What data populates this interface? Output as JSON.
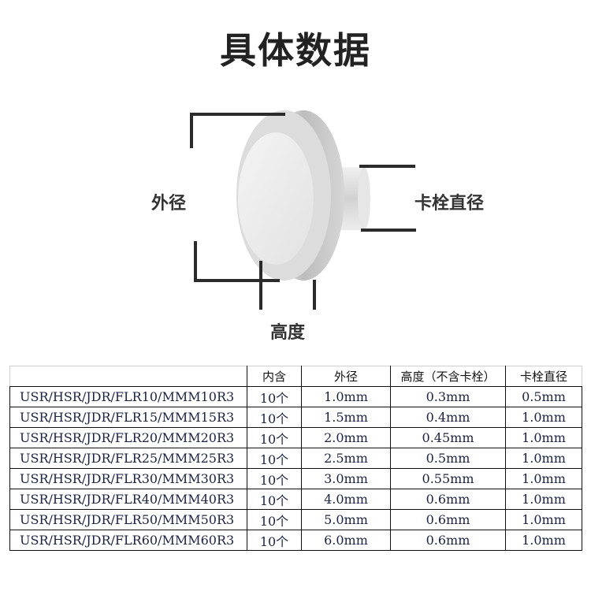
{
  "title": "具体数据",
  "diagram": {
    "labels": {
      "outer_diameter": "外径",
      "height": "高度",
      "pin_diameter": "卡栓直径"
    }
  },
  "table": {
    "columns": [
      "",
      "内含",
      "外径",
      "高度（不含卡栓）",
      "卡栓直径"
    ],
    "rows": [
      {
        "model": "USR/HSR/JDR/FLR10/MMM10R3",
        "qty": "10个",
        "outer": "1.0mm",
        "height": "0.3mm",
        "pin": "0.5mm"
      },
      {
        "model": "USR/HSR/JDR/FLR15/MMM15R3",
        "qty": "10个",
        "outer": "1.5mm",
        "height": "0.4mm",
        "pin": "1.0mm"
      },
      {
        "model": "USR/HSR/JDR/FLR20/MMM20R3",
        "qty": "10个",
        "outer": "2.0mm",
        "height": "0.45mm",
        "pin": "1.0mm"
      },
      {
        "model": "USR/HSR/JDR/FLR25/MMM25R3",
        "qty": "10个",
        "outer": "2.5mm",
        "height": "0.5mm",
        "pin": "1.0mm"
      },
      {
        "model": "USR/HSR/JDR/FLR30/MMM30R3",
        "qty": "10个",
        "outer": "3.0mm",
        "height": "0.55mm",
        "pin": "1.0mm"
      },
      {
        "model": "USR/HSR/JDR/FLR40/MMM40R3",
        "qty": "10个",
        "outer": "4.0mm",
        "height": "0.6mm",
        "pin": "1.0mm"
      },
      {
        "model": "USR/HSR/JDR/FLR50/MMM50R3",
        "qty": "10个",
        "outer": "5.0mm",
        "height": "0.6mm",
        "pin": "1.0mm"
      },
      {
        "model": "USR/HSR/JDR/FLR60/MMM60R3",
        "qty": "10个",
        "outer": "6.0mm",
        "height": "0.6mm",
        "pin": "1.0mm"
      }
    ]
  }
}
